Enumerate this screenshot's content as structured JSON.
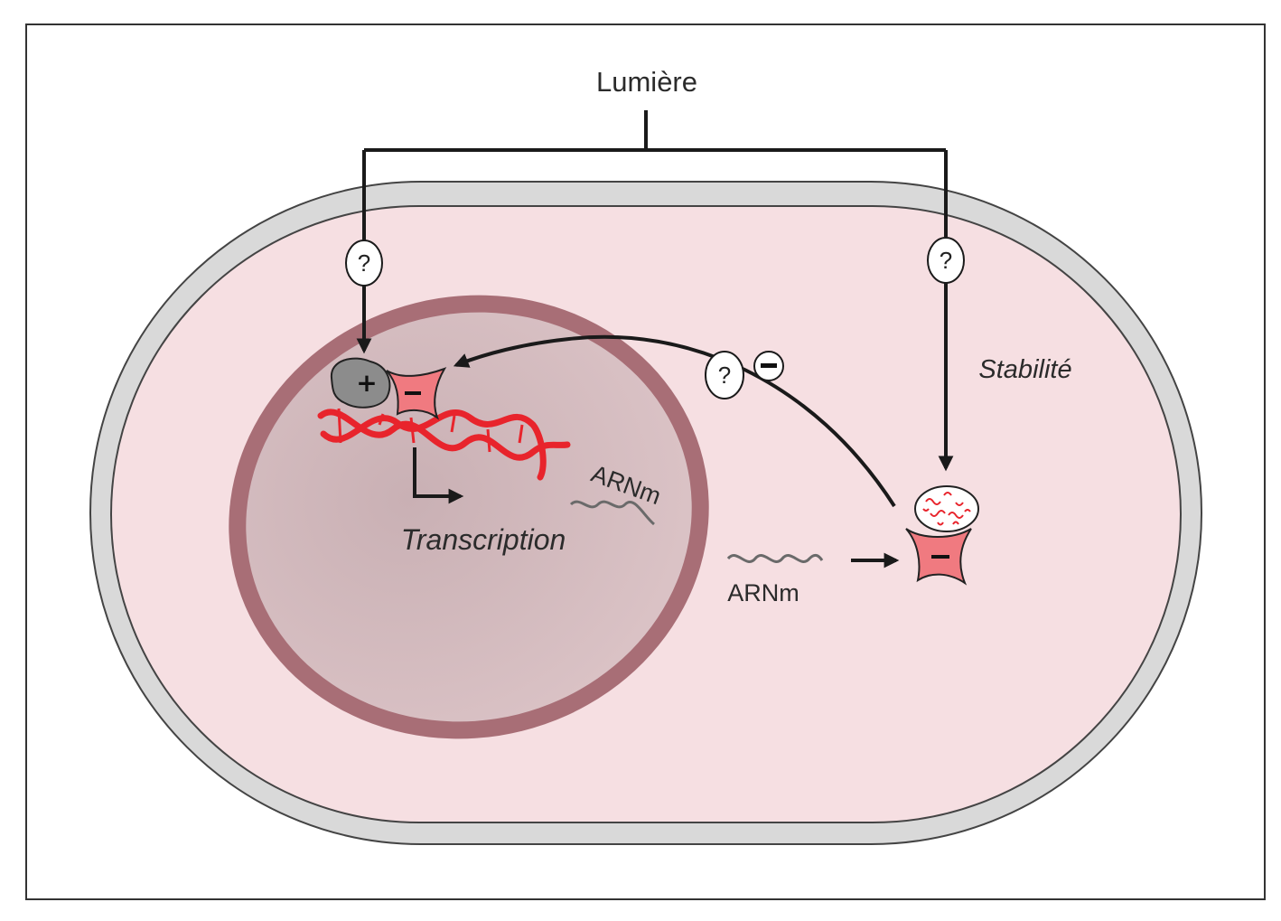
{
  "labels": {
    "light": "Lumière",
    "stability": "Stabilité",
    "transcription": "Transcription",
    "mrna_nucleus": "ARNm",
    "mrna_cytoplasm": "ARNm"
  },
  "symbols": {
    "question": "?",
    "plus": "+",
    "minus": "−"
  },
  "icons": {
    "activator": "activator-protein-icon",
    "repressor": "repressor-protein-icon",
    "dna": "dna-double-helix-icon",
    "degradation": "protein-degradation-icon"
  },
  "colors": {
    "cytoplasm": "#f6dfe2",
    "cell_wall": "#d9d9d9",
    "nucleus": "#d4b8bc",
    "nuclear_envelope": "#a86e76",
    "dna_red": "#e8242c",
    "repressor_fill": "#f07a80",
    "activator_fill": "#8c8c8c"
  }
}
